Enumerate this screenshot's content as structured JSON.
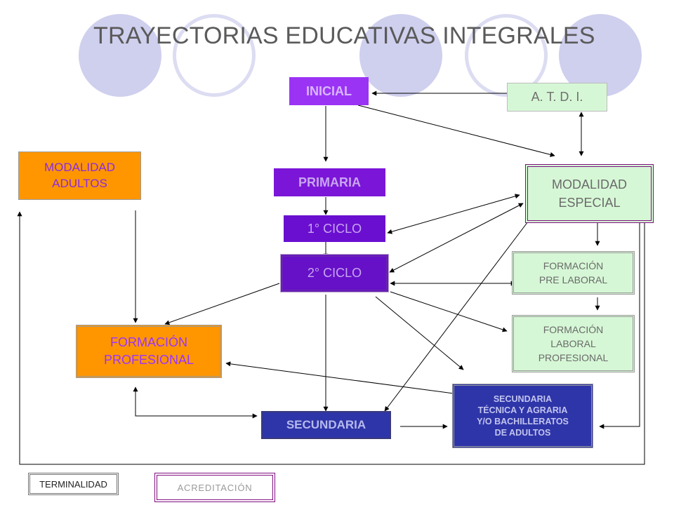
{
  "title": "TRAYECTORIAS EDUCATIVAS INTEGRALES",
  "nodes": {
    "inicial": "INICIAL",
    "atdi": "A. T. D. I.",
    "modalidad_adultos": "MODALIDAD\nADULTOS",
    "primaria": "PRIMARIA",
    "modalidad_especial": "MODALIDAD\nESPECIAL",
    "primer_ciclo": "1° CICLO",
    "segundo_ciclo": "2° CICLO",
    "formacion_pre_laboral": "FORMACIÓN\nPRE LABORAL",
    "formacion_laboral_profesional": "FORMACIÓN\nLABORAL\nPROFESIONAL",
    "formacion_profesional": "FORMACIÓN\nPROFESIONAL",
    "secundaria_tecnica": "SECUNDARIA\nTÉCNICA Y AGRARIA\nY/O BACHILLERATOS\nDE ADULTOS",
    "secundaria": "SECUNDARIA"
  },
  "legend": {
    "terminalidad": "TERMINALIDAD",
    "acreditacion": "ACREDITACIÓN"
  },
  "colors": {
    "arrow": "#000000",
    "purple": "#7b16d8",
    "green": "#d6f7d6",
    "orange": "#ff9600",
    "navy": "#2e35a8",
    "double_border": "#800f80"
  }
}
